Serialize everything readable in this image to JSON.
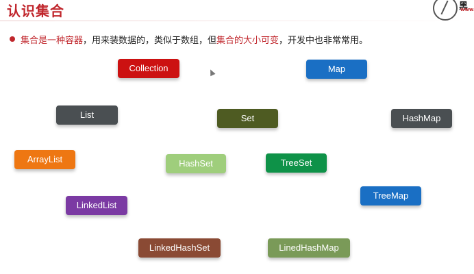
{
  "header": {
    "title": "认识集合",
    "logo_text": "黑",
    "logo_url": "www."
  },
  "subtitle": {
    "p1": "集合是一种容器",
    "p2": "，用来装数据的，类似于数组，但",
    "p3": "集合的大小可变",
    "p4": "，开发中也非常常用。"
  },
  "boxes": {
    "collection": {
      "label": "Collection",
      "color": "#cc1111"
    },
    "map": {
      "label": "Map",
      "color": "#1a6fc4"
    },
    "list": {
      "label": "List",
      "color": "#4a4f52"
    },
    "set": {
      "label": "Set",
      "color": "#4e5b22"
    },
    "hashmap": {
      "label": "HashMap",
      "color": "#4a4f52"
    },
    "arraylist": {
      "label": "ArrayList",
      "color": "#ee7712"
    },
    "hashset": {
      "label": "HashSet",
      "color": "#9fce7c"
    },
    "treeset": {
      "label": "TreeSet",
      "color": "#0e9248"
    },
    "treemap": {
      "label": "TreeMap",
      "color": "#1a6fc4"
    },
    "linkedlist": {
      "label": "LinkedList",
      "color": "#7b3aa3"
    },
    "linkedhashset": {
      "label": "LinkedHashSet",
      "color": "#8a4a34"
    },
    "linedhashmap": {
      "label": "LinedHashMap",
      "color": "#7a9a58"
    }
  }
}
